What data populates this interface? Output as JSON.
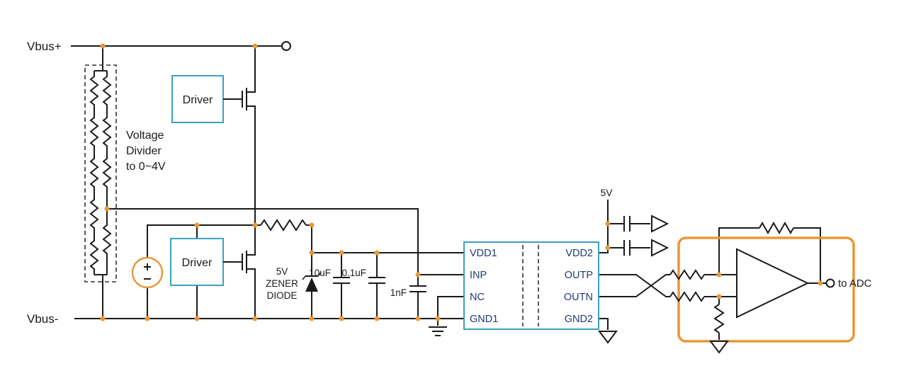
{
  "colors": {
    "wire": "#1a1a1a",
    "junction_dot": "#E8973A",
    "driver_box": "#3BA0BE",
    "chip_box": "#3BA0BE",
    "chip_pin_text": "#1F3B73",
    "highlight_box": "#E8973A",
    "source_circle": "#E8973A"
  },
  "labels": {
    "vbus_plus": "Vbus+",
    "vbus_minus": "Vbus-",
    "divider_line1": "Voltage",
    "divider_line2": "Divider",
    "divider_line3": "to 0~4V",
    "driver_top": "Driver",
    "driver_bottom": "Driver",
    "zener_line1": "5V",
    "zener_line2": "ZENER",
    "zener_line3": "DIODE",
    "cap_bulk": "10uF",
    "cap_bypass": "0.1uF",
    "cap_filter": "1nF",
    "rail_5v": "5V",
    "to_adc": "to ADC"
  },
  "chip": {
    "pins_left": [
      "VDD1",
      "INP",
      "NC",
      "GND1"
    ],
    "pins_right": [
      "VDD2",
      "OUTP",
      "OUTN",
      "GND2"
    ]
  }
}
